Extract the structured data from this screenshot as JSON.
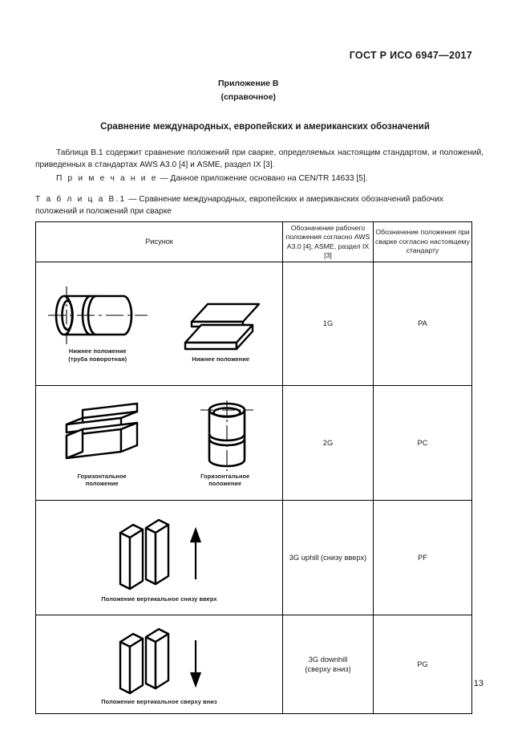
{
  "header": {
    "standard_ref": "ГОСТ Р ИСО  6947—2017"
  },
  "annex": {
    "title": "Приложение В",
    "subtitle": "(справочное)"
  },
  "section_title": "Сравнение международных, европейских и американских обозначений",
  "paragraphs": {
    "intro": "Таблица В.1 содержит сравнение положений при сварке, определяемых настоящим стандартом, и положений, приведенных в стандартах AWS A3.0 [4] и ASME, раздел IX [3].",
    "note_label": "П р и м е ч а н и е",
    "note_text": " — Данное приложение основано на CEN/TR 14633 [5]."
  },
  "table_caption": {
    "label": "Т а б л и ц а  В.1",
    "text": " — Сравнение международных, европейских и американских обозначений рабочих положений и положений при сварке"
  },
  "table": {
    "headers": {
      "figure": "Рисунок",
      "aws": "Обозначение рабочего положения согласно AWS A3.0 [4], ASME, раздел IX [3]",
      "standard": "Обозначение положения при сварке согласно настоящему стандарту"
    },
    "rows": [
      {
        "figures": [
          {
            "icon": "rotating-pipe-icon",
            "caption": "Нижнее положение\n(труба поворотная)"
          },
          {
            "icon": "flat-plate-icon",
            "caption": "Нижнее положение"
          }
        ],
        "aws": "1G",
        "standard": "PA"
      },
      {
        "figures": [
          {
            "icon": "horizontal-plate-icon",
            "caption": "Горизонтальное\nположение"
          },
          {
            "icon": "vertical-pipe-icon",
            "caption": "Горизонтальное\nположение"
          }
        ],
        "aws": "2G",
        "standard": "PC"
      },
      {
        "figures": [
          {
            "icon": "vertical-plate-up-icon",
            "caption": "Положение вертикальное снизу вверх"
          }
        ],
        "aws": "3G uphill (снизу вверх)",
        "standard": "PF"
      },
      {
        "figures": [
          {
            "icon": "vertical-plate-down-icon",
            "caption": "Положение вертикальное сверху вниз"
          }
        ],
        "aws": "3G downhill\n(сверху вниз)",
        "standard": "PG"
      }
    ]
  },
  "page_number": "13",
  "colors": {
    "ink": "#1a1a1a",
    "rule": "#000000",
    "paper": "#ffffff"
  }
}
